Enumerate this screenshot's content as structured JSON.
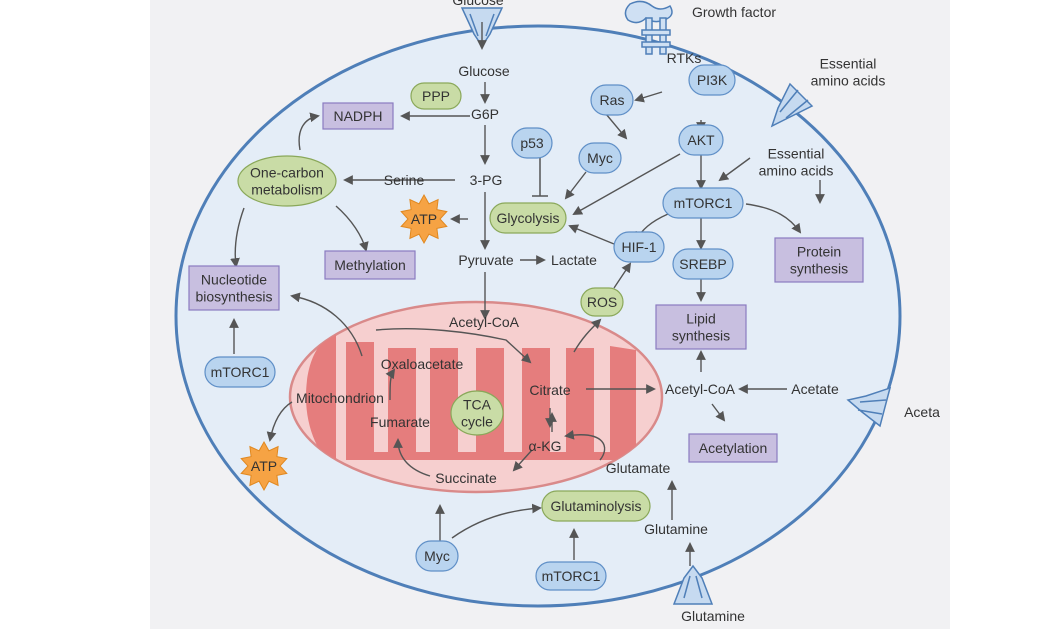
{
  "diagram": {
    "cell_label": "Mitochondrion",
    "colors": {
      "cell_fill": "#e4edf7",
      "cell_stroke": "#4f7fb8",
      "mito_outer": "#f6cfcf",
      "mito_inner": "#e57d7d",
      "green": "#c9dca6",
      "purple": "#c8bfe0",
      "blue": "#b9d4ef",
      "orange": "#f6a344",
      "arrow": "#555555"
    },
    "labels": {
      "glucose_ext": "Glucose",
      "growth_factor": "Growth factor",
      "rtks": "RTKs",
      "essential_ext": "Essential\namino acids",
      "glucose": "Glucose",
      "g6p": "G6P",
      "pg3": "3-PG",
      "serine": "Serine",
      "pyruvate": "Pyruvate",
      "lactate": "Lactate",
      "acetylcoa_mito": "Acetyl-CoA",
      "oxaloacetate": "Oxaloacetate",
      "citrate": "Citrate",
      "fumarate": "Fumarate",
      "akg": "α-KG",
      "succinate": "Succinate",
      "mitochondrion": "Mitochondrion",
      "glutamate": "Glutamate",
      "glutamine_in": "Glutamine",
      "glutamine_ext": "Glutamine",
      "acetylcoa_cyto": "Acetyl-CoA",
      "acetate": "Acetate",
      "acetate_ext": "Aceta",
      "essential_in": "Essential\namino acids"
    },
    "nodes": {
      "ppp": "PPP",
      "nadph": "NADPH",
      "one_carbon": "One-carbon\nmetabolism",
      "atp1": "ATP",
      "atp2": "ATP",
      "methylation": "Methylation",
      "nucleotide": "Nucleotide\nbiosynthesis",
      "mtorc1_left": "mTORC1",
      "glycolysis": "Glycolysis",
      "p53": "p53",
      "ras": "Ras",
      "myc_top": "Myc",
      "pi3k": "PI3K",
      "akt": "AKT",
      "mtorc1_mid": "mTORC1",
      "hif1": "HIF-1",
      "srebp": "SREBP",
      "ros": "ROS",
      "protein": "Protein\nsynthesis",
      "lipid": "Lipid\nsynthesis",
      "tca": "TCA\ncycle",
      "acetylation": "Acetylation",
      "glutaminolysis": "Glutaminolysis",
      "myc_bottom": "Myc",
      "mtorc1_bottom": "mTORC1"
    }
  }
}
